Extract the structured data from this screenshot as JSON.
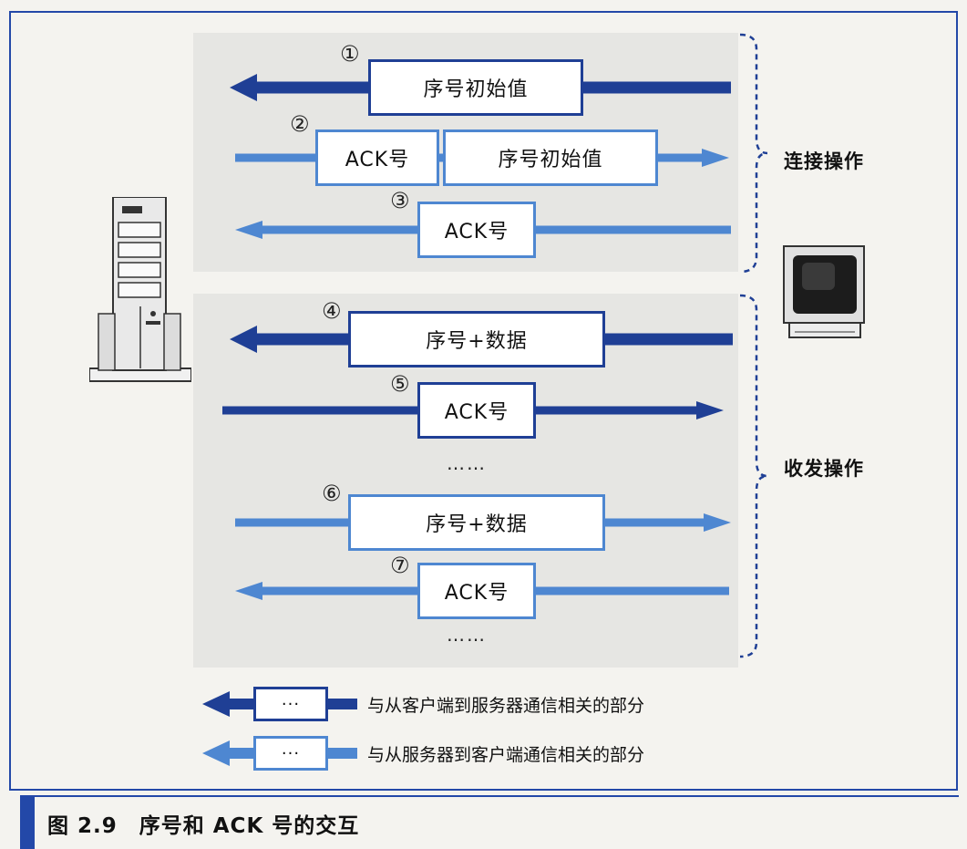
{
  "colors": {
    "client_to_server": "#1f3f95",
    "server_to_client": "#4e87d1",
    "frame": "#2348a8"
  },
  "steps": [
    {
      "num": "①",
      "boxes": [
        "序号初始值"
      ],
      "direction": "left",
      "color": "dark"
    },
    {
      "num": "②",
      "boxes": [
        "ACK号",
        "序号初始值"
      ],
      "direction": "right",
      "color": "light"
    },
    {
      "num": "③",
      "boxes": [
        "ACK号"
      ],
      "direction": "left",
      "color": "light"
    },
    {
      "num": "④",
      "boxes": [
        "序号+数据"
      ],
      "direction": "left",
      "color": "dark"
    },
    {
      "num": "⑤",
      "boxes": [
        "ACK号"
      ],
      "direction": "right",
      "color": "dark"
    },
    {
      "num": "⑥",
      "boxes": [
        "序号+数据"
      ],
      "direction": "right",
      "color": "light"
    },
    {
      "num": "⑦",
      "boxes": [
        "ACK号"
      ],
      "direction": "left",
      "color": "light"
    }
  ],
  "ellipsis": "……",
  "groups": {
    "connect": "连接操作",
    "transfer": "收发操作"
  },
  "legend": [
    {
      "box": "···",
      "text": "与从客户端到服务器通信相关的部分",
      "color": "dark"
    },
    {
      "box": "···",
      "text": "与从服务器到客户端通信相关的部分",
      "color": "light"
    }
  ],
  "icons": {
    "left": "server-icon",
    "right": "client-monitor-icon"
  },
  "caption": "图 2.9　序号和 ACK 号的交互"
}
